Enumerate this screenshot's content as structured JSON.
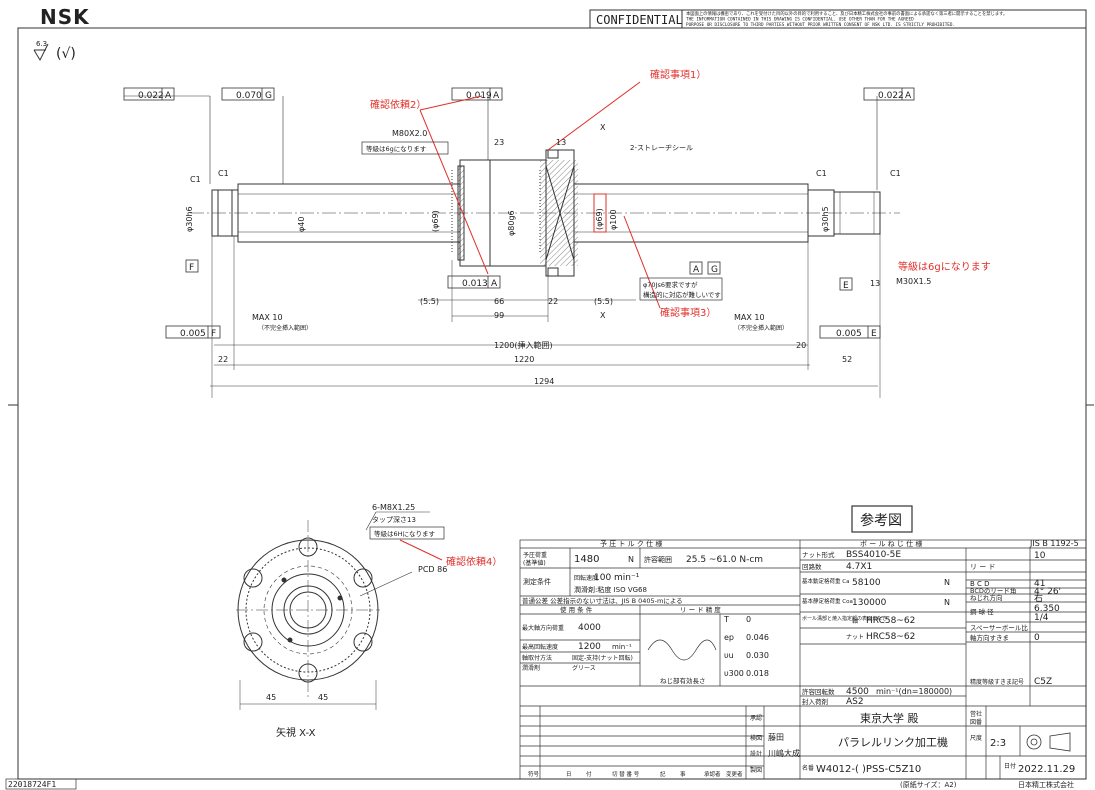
{
  "header": {
    "logo": "NSK",
    "confidential": "CONFIDENTIAL",
    "notice_jp": "本図面上の情報は機密であり、これを受付けた目的以外の目的で利用すること、及び日本精工株式会社の事前の書面による承諾なく第三者に開示することを禁じます。",
    "notice_en1": "THE INFORMATION CONTAINED IN THIS DRAWING IS CONFIDENTIAL. USE OTHER THAN FOR THE AGREED",
    "notice_en2": "PURPOSE OR DISCLOSURE TO THIRD PARTIES WITHOUT PRIOR WRITTEN CONSENT OF NSK LTD. IS STRICTLY PROHIBITED."
  },
  "roughness": "6.3",
  "roughness_paren": "(√)",
  "tolerances": {
    "t1": "0.022",
    "d1": "A",
    "t2": "0.070",
    "d2": "G",
    "t3": "0.019",
    "d3": "A",
    "t4": "0.022",
    "d4": "A",
    "t5": "0.013",
    "d5": "A",
    "t6": "0.005",
    "d6": "F",
    "t7": "0.005",
    "d7": "E"
  },
  "notes": {
    "confirm1": "確認事項1）",
    "confirm2": "確認依頼2）",
    "confirm3": "確認事項3）",
    "confirm4": "確認依頼4）",
    "grade6g": "等級は6gになります",
    "grade6g_box": "等級は6gになります",
    "grade6h": "等級は6Hになります",
    "seal": "2-ストレーヂシール",
    "js6_1": "φ70Js6要求ですが",
    "js6_2": "構造的に対応が難しいです",
    "ref_drawing": "参考図",
    "view_xx": "矢視 X-X",
    "paper_size": "(原紙サイズ：A2)",
    "company": "日本精工株式会社",
    "doc_id": "22018724F1"
  },
  "dims": {
    "m80": "M80X2.0",
    "d23": "23",
    "d13": "13",
    "c1a": "C1",
    "c1b": "C1",
    "c1c": "C1",
    "c1d": "C1",
    "d30h6": "φ30h6",
    "d30h5": "φ30h5",
    "d40": "φ40",
    "d69a": "(φ69)",
    "d80g6": "φ80g6",
    "d69b": "(φ69)",
    "d100": "φ100",
    "d55a": "(5.5)",
    "d66": "66",
    "d22a": "22",
    "d55b": "(5.5)",
    "d99": "99",
    "max10a": "MAX 10",
    "max10b": "MAX 10",
    "incomplete": "（不完全挿入範囲）",
    "incomplete2": "（不完全挿入範囲）",
    "d1200": "1200(挿入範囲)",
    "d20": "20",
    "d22b": "22",
    "d1220": "1220",
    "d52": "52",
    "d1294": "1294",
    "m30": "M30X1.5",
    "d13b": "13",
    "xmark": "X",
    "m8": "6-M8X1.25",
    "tap": "タップ深さ13",
    "pcd": "PCD 86",
    "d45a": "45",
    "d45b": "45",
    "datumA": "A",
    "datumG": "G",
    "datumF": "F",
    "datumE": "E"
  },
  "title_block": {
    "torque_header": "予 圧 ト ル ク 仕 様",
    "ball_header": "ボ ー ル ね じ 仕 様",
    "jis": "JIS B 1192-5",
    "preload_label": "予圧荷重",
    "preload_sub": "(基準値)",
    "preload_val": "1480",
    "preload_unit": "N",
    "torque_range_label": "許容範囲",
    "torque_range": "25.5 ~61.0 N-cm",
    "measure_label": "測定条件",
    "speed_label": "回転速度",
    "speed_val": "100 min⁻¹",
    "lube_label": "潤滑剤",
    "lube_val": "潤滑剤:粘度 ISO VG68",
    "general_tol": "普通公差 公差指示のない寸法は、JIS B 0405-mによる",
    "use_cond": "使 用 条 件",
    "lead_prec": "リ ー ド 精 度",
    "max_axial": "最大軸方向荷重",
    "max_axial_val": "4000",
    "max_speed": "最高回転速度",
    "max_speed_val": "1200",
    "max_speed_unit": "min⁻¹",
    "axis_method": "軸取付方法",
    "axis_method_val": "固定-支持(ナット回転)",
    "lube2": "潤滑剤",
    "lube2_val": "グリース",
    "T_label": "T",
    "T_val": "0",
    "ep_label": "ep",
    "ep_val": "0.046",
    "vu_label": "υu",
    "vu_val": "0.030",
    "v300_label": "υ300",
    "v300_val": "0.018",
    "thread_len": "ねじ部有効長さ",
    "nut_type_label": "ナット形式",
    "nut_type": "BSS4010-5E",
    "circuit_label": "回路数",
    "circuit": "4.7X1",
    "dyn_label": "基本動定格荷重 Ca",
    "dyn_val": "58100",
    "dyn_unit": "N",
    "static_label": "基本静定格荷重 Coa",
    "static_val": "130000",
    "static_unit": "N",
    "hard_label": "ボール溝部と焼入指定部の表面かたさ",
    "shaft_label": "軸",
    "shaft_hard": "HRC58~62",
    "nut_label": "ナット",
    "nut_hard": "HRC58~62",
    "lead_label": "リ ー ド",
    "lead_val": "10",
    "bcd_label": "B C D",
    "bcd_val": "41",
    "lead_angle_label": "BCDのリード角",
    "lead_angle_val": "4° 26'",
    "dir_label": "ねじれ方向",
    "dir_val": "右",
    "ball_label": "鋼 球 径",
    "ball_val1": "6.350",
    "ball_val2": "1/4",
    "spacer_label": "スペーサーボール比",
    "clearance_label": "軸方向すきま",
    "clearance_val": "0",
    "accuracy_label": "精度等級すきま記号",
    "accuracy_val": "C5Z",
    "allow_speed_label": "許容回転数",
    "allow_speed_val": "4500",
    "allow_speed_unit": "min⁻¹(dn=180000)",
    "seal_code_label": "封入荷剤",
    "seal_code_val": "AS2",
    "customer": "東京大学 殿",
    "product": "パラレルリンク加工機",
    "drawing_no": "W4012-(   )PSS-C5Z10",
    "scale_label": "尺度",
    "scale_val": "2:3",
    "date_label": "日付",
    "date_val": "2022.11.29",
    "approve_label": "承認",
    "check_label": "検図",
    "check_val": "藤田",
    "design_label": "設計",
    "design_val": "川嶋大成",
    "draft_label": "製図",
    "name_label": "名番",
    "stamp1": "営社",
    "stamp2": "図番",
    "rev_cols": [
      "符号",
      "日",
      "付",
      "切 替 番 号",
      "記",
      "事",
      "承認者",
      "変更者"
    ]
  }
}
